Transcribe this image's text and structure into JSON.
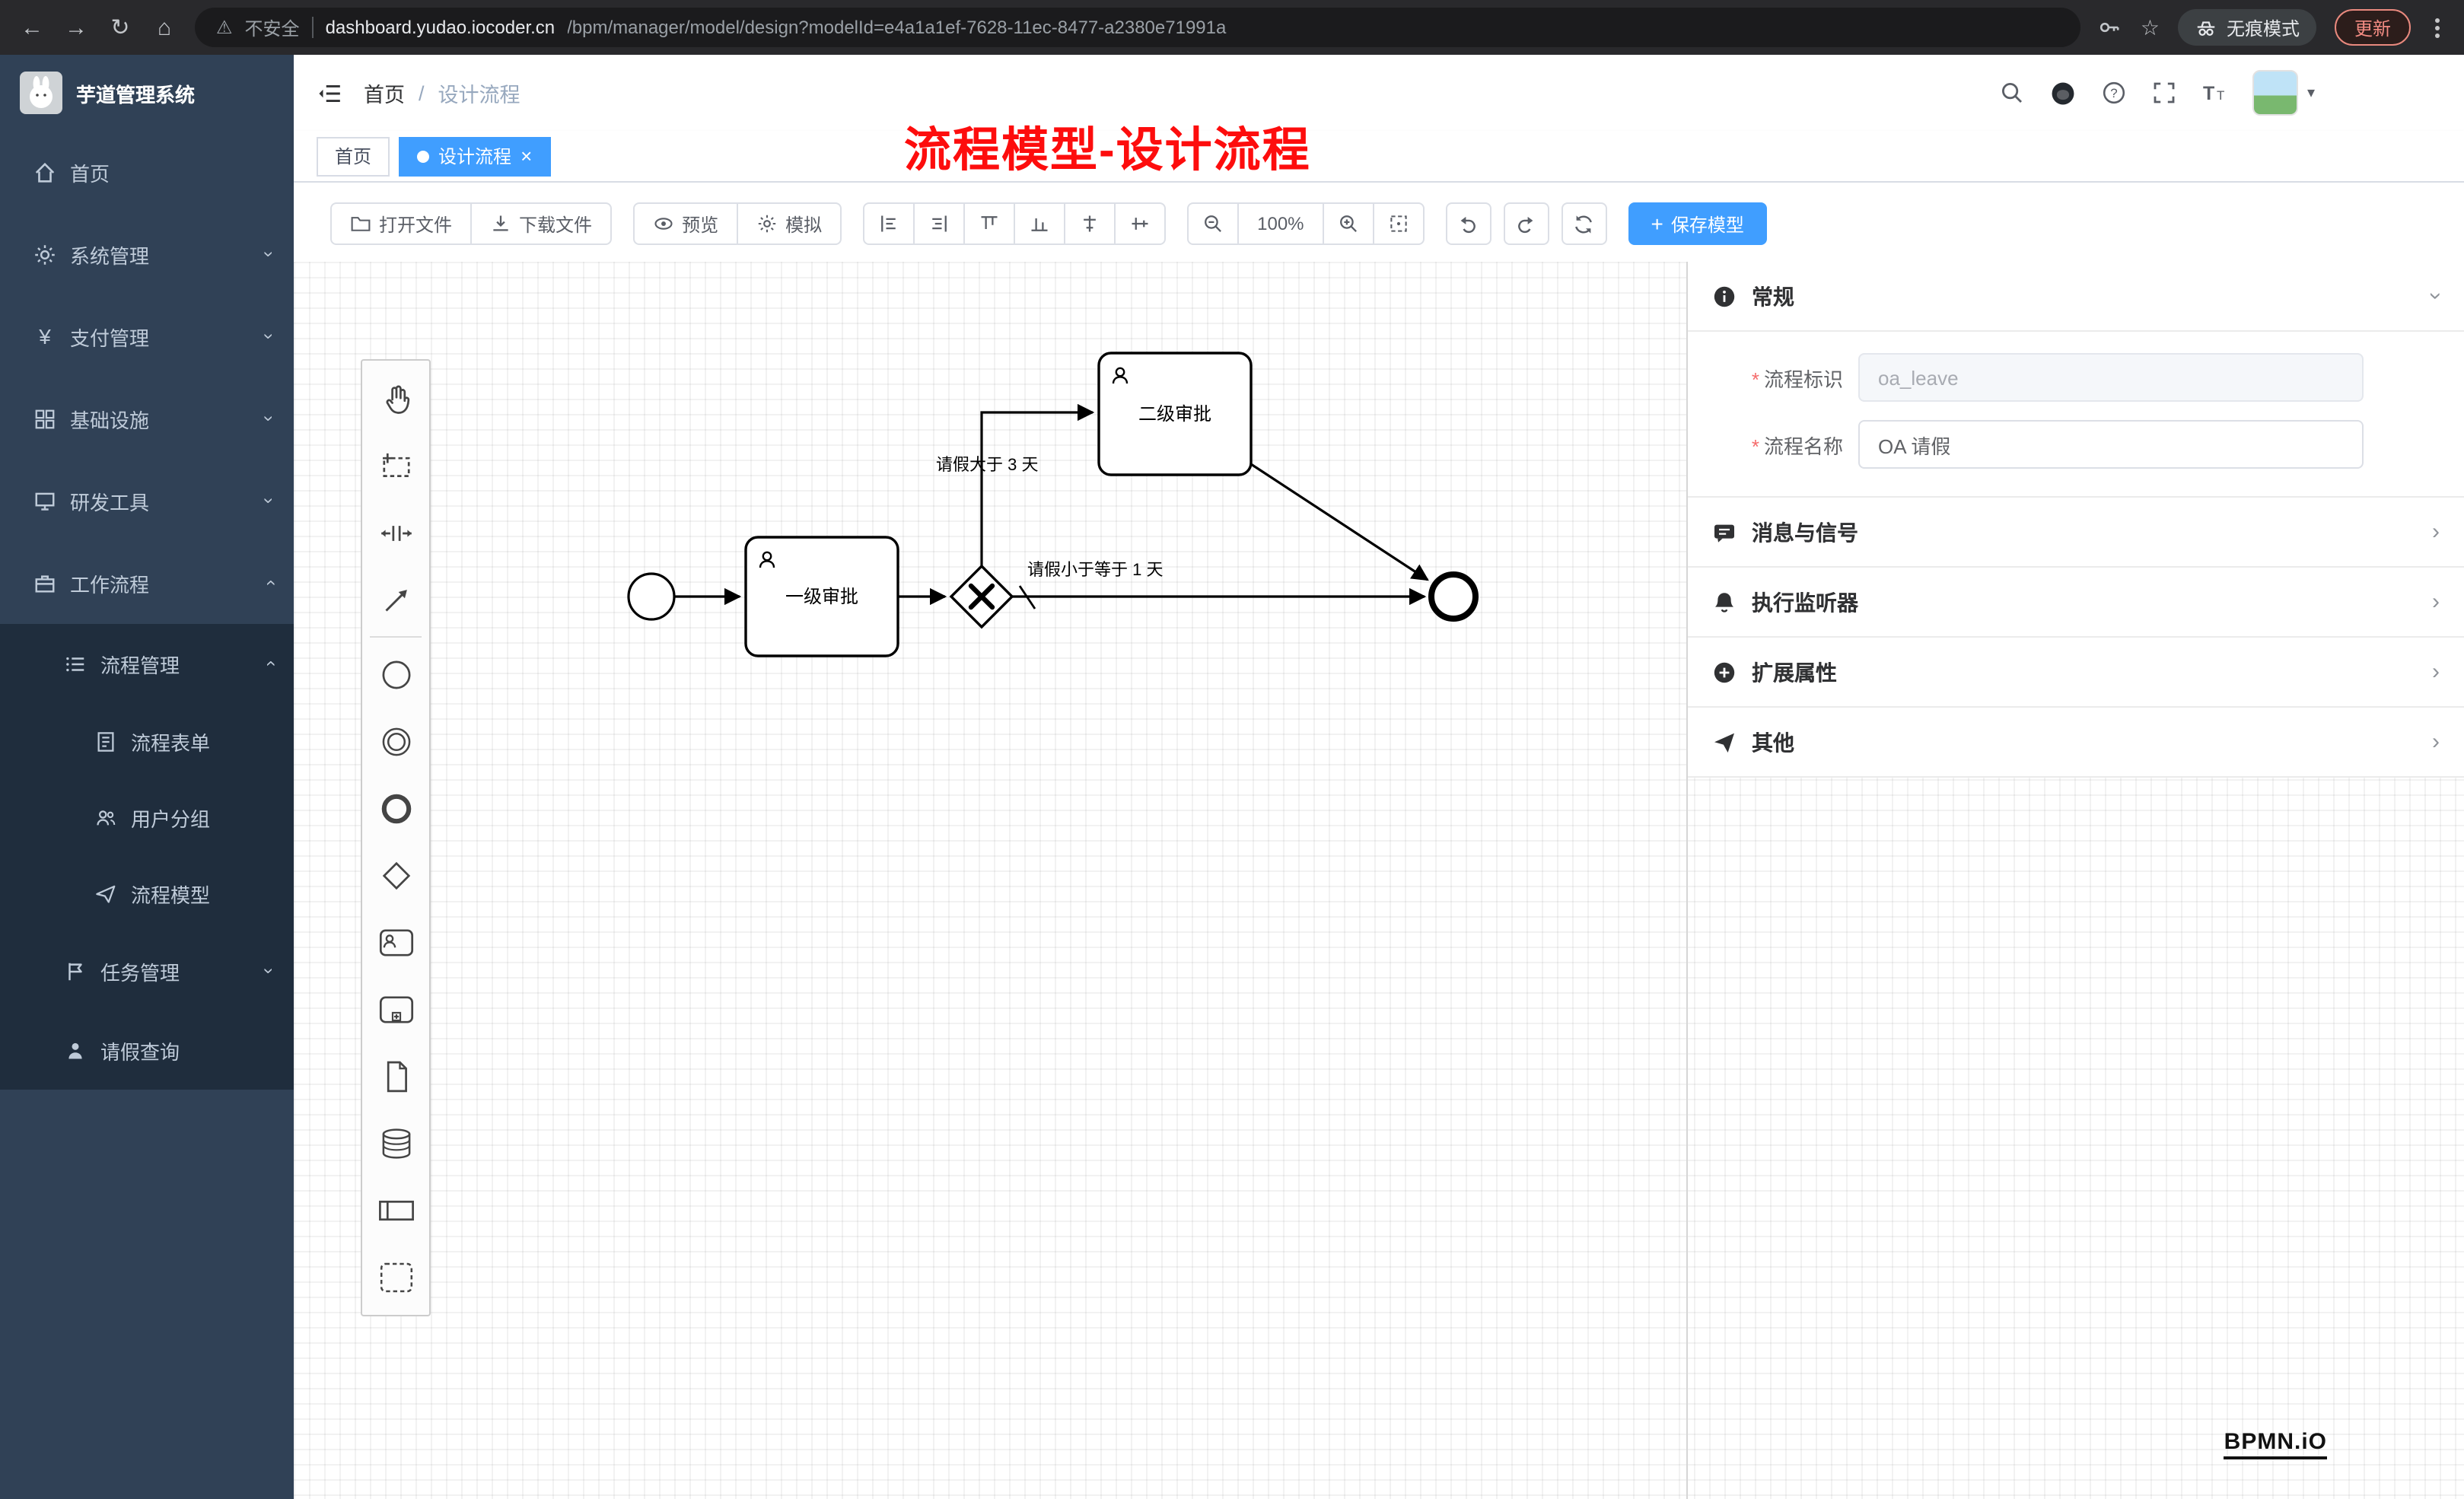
{
  "colors": {
    "accent": "#409eff",
    "annotation_red": "#fd0d0d",
    "sidebar_bg": "#304156",
    "sidebar_submenu_bg": "#1f2d3d",
    "chrome_bg": "#29292c"
  },
  "browser": {
    "security_label": "不安全",
    "url_host": "dashboard.yudao.iocoder.cn",
    "url_path": "/bpm/manager/model/design?modelId=e4a1a1ef-7628-11ec-8477-a2380e71991a",
    "incognito_label": "无痕模式",
    "update_label": "更新"
  },
  "sidebar": {
    "logo_title": "芋道管理系统",
    "items": [
      {
        "label": "首页"
      },
      {
        "label": "系统管理"
      },
      {
        "label": "支付管理"
      },
      {
        "label": "基础设施"
      },
      {
        "label": "研发工具"
      },
      {
        "label": "工作流程"
      },
      {
        "label": "流程管理"
      },
      {
        "label": "流程表单"
      },
      {
        "label": "用户分组"
      },
      {
        "label": "流程模型"
      },
      {
        "label": "任务管理"
      },
      {
        "label": "请假查询"
      }
    ]
  },
  "header": {
    "breadcrumb_home": "首页",
    "breadcrumb_separator": "/",
    "breadcrumb_current": "设计流程",
    "annotation": "流程模型-设计流程"
  },
  "tabs": {
    "home": "首页",
    "active": "设计流程",
    "close": "×"
  },
  "toolbar": {
    "open_file": "打开文件",
    "download_file": "下载文件",
    "preview": "预览",
    "simulate": "模拟",
    "zoom_level": "100%",
    "save_plus": "+",
    "save_model": "保存模型"
  },
  "diagram": {
    "task_level1": "一级审批",
    "task_level2": "二级审批",
    "condition_gt": "请假大于 3 天",
    "condition_lte": "请假小于等于 1 天"
  },
  "properties": {
    "sections": [
      {
        "label": "常规"
      },
      {
        "label": "消息与信号"
      },
      {
        "label": "执行监听器"
      },
      {
        "label": "扩展属性"
      },
      {
        "label": "其他"
      }
    ],
    "required_mark": "*",
    "process_key_label": "流程标识",
    "process_key_value": "oa_leave",
    "process_name_label": "流程名称",
    "process_name_value": "OA 请假"
  },
  "watermark": "BPMN.iO"
}
